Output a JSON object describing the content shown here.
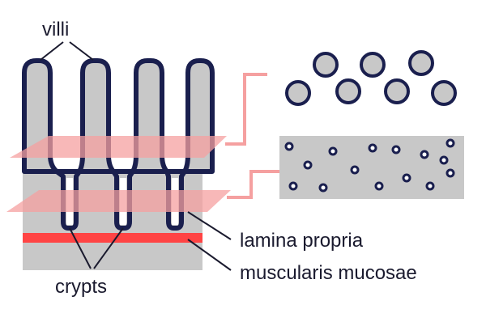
{
  "labels": {
    "villi": "villi",
    "lamina_propria": "lamina propria",
    "muscularis_mucosae": "muscularis mucosae",
    "crypts": "crypts"
  },
  "colors": {
    "tissue": "#c8c8c8",
    "outline": "#1a1f4e",
    "cut_plane": "#f5a0a0",
    "muscularis": "#ff4444",
    "crypt_lumen": "#ffffff",
    "leader": "#1a1a2e"
  }
}
